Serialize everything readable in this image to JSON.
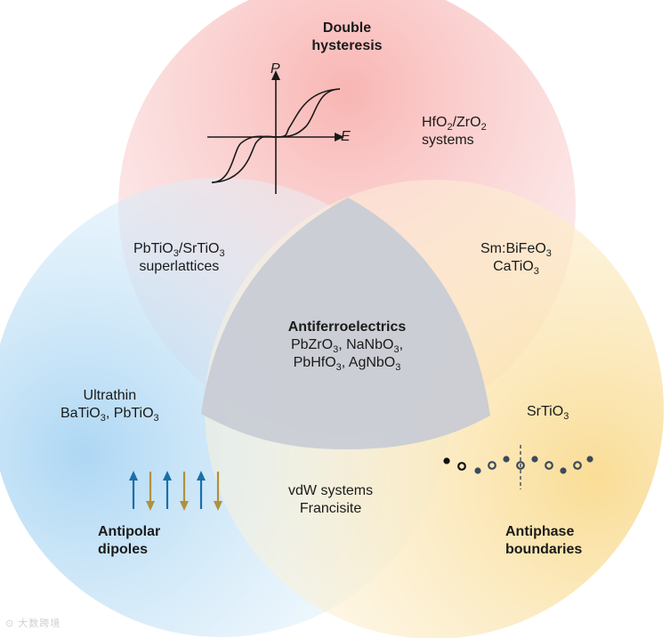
{
  "circles": {
    "top": {
      "title": "Double hysteresis",
      "color": "#f5a3a3"
    },
    "left": {
      "title_line1": "Antipolar",
      "title_line2": "dipoles",
      "color": "#a9d4f2"
    },
    "right": {
      "title_line1": "Antiphase",
      "title_line2": "boundaries",
      "color": "#f8dc8c"
    }
  },
  "center": {
    "title": "Antiferroelectrics",
    "line1": [
      "PbZrO",
      "3",
      ", NaNbO",
      "3",
      ","
    ],
    "line2": [
      "PbHfO",
      "3",
      ", AgNbO",
      "3",
      ""
    ]
  },
  "top_only": [
    "HfO",
    "2",
    "/ZrO",
    "2",
    "systems"
  ],
  "top_left": [
    "PbTiO",
    "3",
    "/SrTiO",
    "3",
    "superlattices"
  ],
  "top_right": [
    "Sm:BiFeO",
    "3",
    "CaTiO",
    "3"
  ],
  "left_only": [
    "Ultrathin",
    "BaTiO",
    "3",
    ", PbTiO",
    "3"
  ],
  "right_only": [
    "SrTiO",
    "3"
  ],
  "left_right": [
    "vdW systems",
    "Francisite"
  ],
  "hysteresis_axes": {
    "y": "P",
    "x": "E"
  },
  "arrow_colors": {
    "blue": "#1a6fa8",
    "gold": "#b0913a"
  },
  "watermark": "大数跨境",
  "colors": {
    "center": "#c9ccd5",
    "ink": "#1a1a1a",
    "boundary_dot": "#3d4a5c"
  }
}
